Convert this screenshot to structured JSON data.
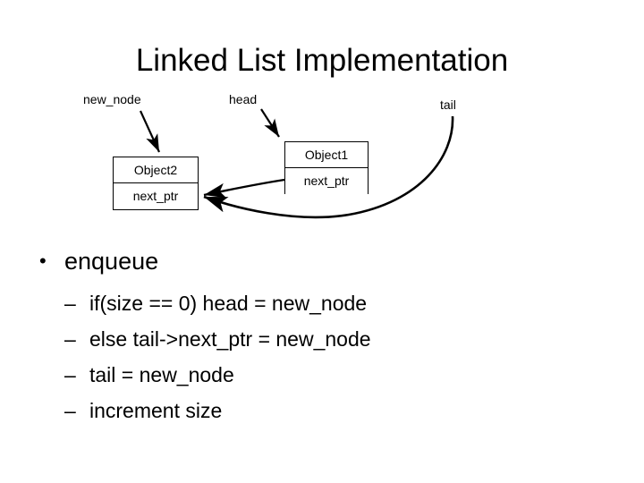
{
  "slide": {
    "title": "Linked List Implementation",
    "background_color": "#ffffff",
    "text_color": "#000000"
  },
  "diagram": {
    "type": "linked-list",
    "pointer_labels": [
      {
        "name": "new_node",
        "text": "new_node"
      },
      {
        "name": "head",
        "text": "head"
      },
      {
        "name": "tail",
        "text": "tail"
      }
    ],
    "nodes": [
      {
        "id": "object2",
        "title": "Object2",
        "field": "next_ptr"
      },
      {
        "id": "object1",
        "title": "Object1",
        "field": "next_ptr"
      }
    ],
    "arrows": [
      {
        "name": "new-node-to-object2",
        "from": "new_node",
        "to": "Object2",
        "style": "straight"
      },
      {
        "name": "head-to-object1",
        "from": "head",
        "to": "Object1",
        "style": "straight"
      },
      {
        "name": "object1-next-ptr-to-object2",
        "from": "Object1.next_ptr",
        "to": "Object2",
        "style": "curved"
      },
      {
        "name": "tail-to-object2",
        "from": "tail",
        "to": "Object2",
        "style": "curved"
      }
    ]
  },
  "body": {
    "bullet": {
      "marker": "•",
      "text": "enqueue"
    },
    "sub_bullets": [
      {
        "marker": "–",
        "text": "if(size == 0) head = new_node"
      },
      {
        "marker": "–",
        "text": "else tail->next_ptr = new_node"
      },
      {
        "marker": "–",
        "text": "tail = new_node"
      },
      {
        "marker": "–",
        "text": "increment size"
      }
    ]
  }
}
